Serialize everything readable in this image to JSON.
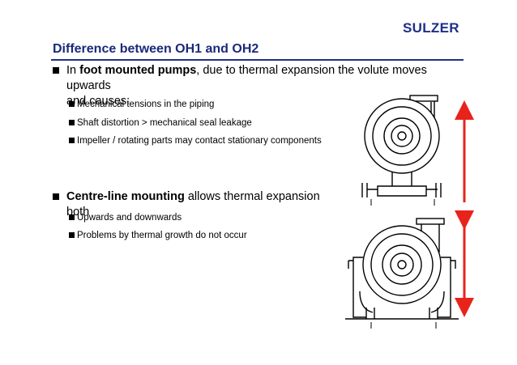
{
  "brand": {
    "logo_text": "SULZER",
    "color": "#1f2f87"
  },
  "slide": {
    "title": "Difference between OH1 and OH2",
    "bullet1": {
      "prefix": "In ",
      "bold": "foot mounted pumps",
      "suffix": ", due to thermal expansion the volute moves upwards",
      "line2": "and causes:",
      "subs": [
        "Mechanical tensions in the piping",
        "Shaft distortion > mechanical seal leakage",
        "Impeller / rotating parts may contact stationary components"
      ]
    },
    "bullet2": {
      "bold": "Centre-line mounting",
      "suffix": " allows thermal expansion both",
      "subs": [
        "Upwards and downwards",
        "Problems by thermal growth do not occur"
      ]
    }
  },
  "colors": {
    "arrow": "#e8231c",
    "title": "#1a2a7a"
  }
}
